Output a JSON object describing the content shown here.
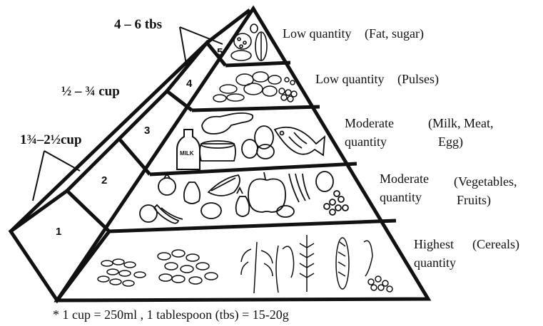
{
  "levels": [
    {
      "number": "5",
      "quantity": "Low quantity",
      "foods": "(Fat, sugar)"
    },
    {
      "number": "4",
      "quantity": "Low quantity",
      "foods": "(Pulses)"
    },
    {
      "number": "3",
      "quantity_line1": "Moderate",
      "quantity_line2": "quantity",
      "foods_line1": "(Milk, Meat,",
      "foods_line2": "Egg)"
    },
    {
      "number": "2",
      "quantity_line1": "Moderate",
      "quantity_line2": "quantity",
      "foods_line1": "(Vegetables,",
      "foods_line2": "Fruits)"
    },
    {
      "number": "1",
      "quantity_line1": "Highest",
      "quantity_line2": "quantity",
      "foods": "(Cereals)"
    }
  ],
  "portions": {
    "top": "4 – 6 tbs",
    "middle": "½ – ¾ cup",
    "lower": "1¾–2½cup"
  },
  "milk_label": "MILK",
  "footnote": "* 1 cup = 250ml , 1 tablespoon (tbs) = 15-20g"
}
